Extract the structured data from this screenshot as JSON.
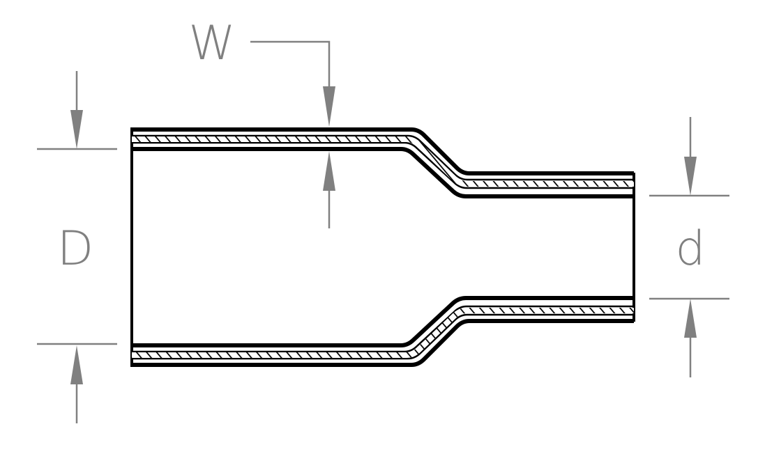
{
  "labels": {
    "outer_diameter": "D",
    "inner_diameter": "d",
    "wall_thickness": "W"
  },
  "colors": {
    "tube_stroke": "#000000",
    "dimension": "#808080",
    "background": "#ffffff"
  }
}
